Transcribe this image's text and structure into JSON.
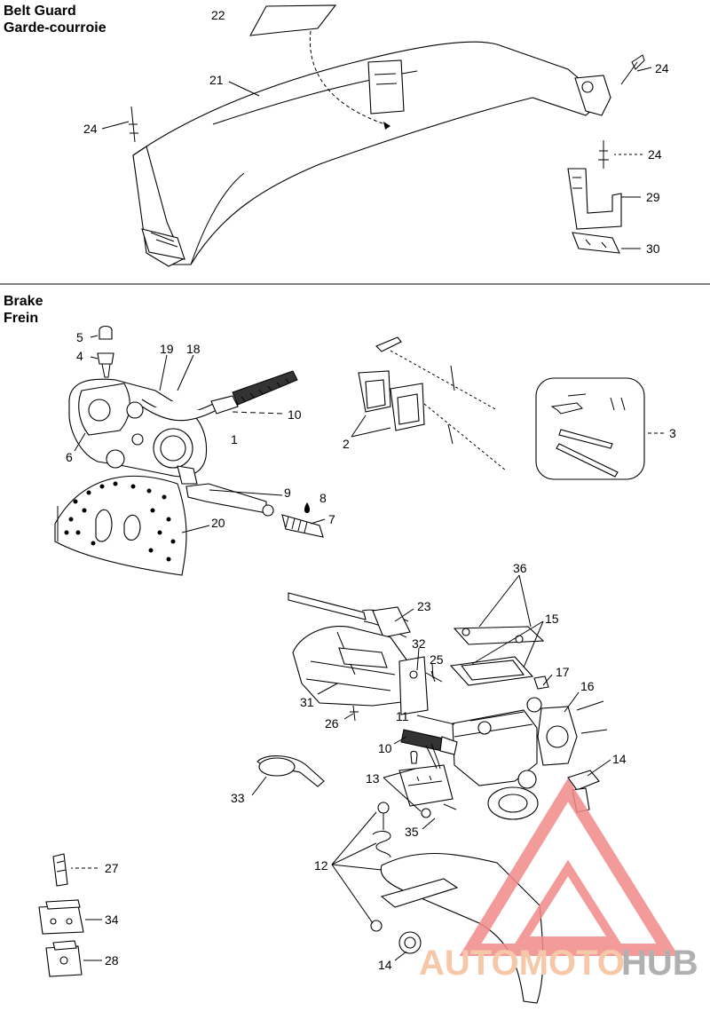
{
  "sections": {
    "belt_guard": {
      "title_en": "Belt Guard",
      "title_fr": "Garde-courroie"
    },
    "brake": {
      "title_en": "Brake",
      "title_fr": "Frein"
    }
  },
  "callouts": {
    "c22": "22",
    "c21": "21",
    "c24a": "24",
    "c24b": "24",
    "c24c": "24",
    "c29": "29",
    "c30": "30",
    "c5": "5",
    "c4": "4",
    "c19": "19",
    "c18": "18",
    "c10a": "10",
    "c1": "1",
    "c6": "6",
    "c2": "2",
    "c3": "3",
    "c9": "9",
    "c8": "8",
    "c7": "7",
    "c20": "20",
    "c36": "36",
    "c23": "23",
    "c15": "15",
    "c32": "32",
    "c25": "25",
    "c17": "17",
    "c16": "16",
    "c31": "31",
    "c26": "26",
    "c11": "11",
    "c10b": "10",
    "c14a": "14",
    "c13": "13",
    "c33": "33",
    "c35": "35",
    "c12": "12",
    "c27": "27",
    "c34": "34",
    "c28": "28",
    "c14b": "14"
  },
  "watermark": {
    "text_a": "AUTOMOTO",
    "text_b": "HUB",
    "color_a": "#f6c8a8",
    "color_b": "#b0b0b0",
    "logo_color": "#f28a8a"
  }
}
